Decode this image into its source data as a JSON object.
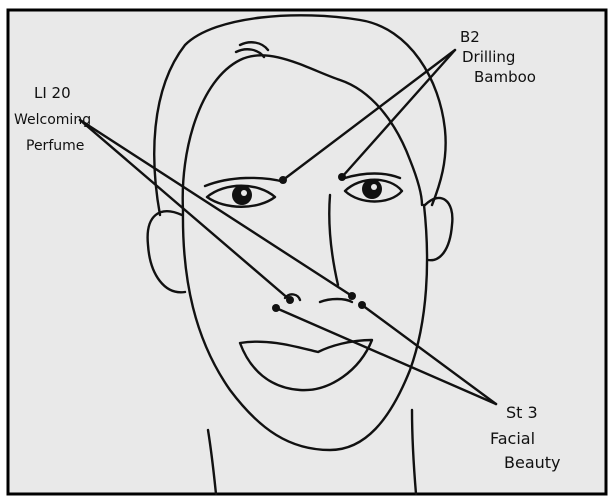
{
  "points": [
    {
      "code": "LI 20",
      "name_line1": "Welcoming",
      "name_line2": "Perfume"
    },
    {
      "code": "B2",
      "name_line1": "Drilling",
      "name_line2": "Bamboo"
    },
    {
      "code": "St 3",
      "name_line1": "Facial",
      "name_line2": "Beauty"
    }
  ],
  "colors": {
    "paper": "#e9e9e9",
    "ink": "#111111",
    "frame": "#000000"
  }
}
